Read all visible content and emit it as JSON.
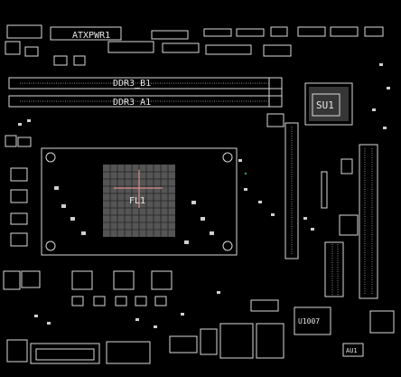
{
  "board": {
    "header_left_label": "ATXPWR1",
    "dimm_a": "DDR3_A1",
    "dimm_b": "DDR3_B1",
    "cpu_socket_label": "FL1",
    "sio_chip_label": "SU1",
    "chip_u1007": "U1007",
    "chip_au1": "AU1"
  },
  "colors": {
    "background": "#000000",
    "silkscreen": "#e0e0e0",
    "cpu_marker": "#d98a8a",
    "green_dot": "#2aa04a"
  }
}
